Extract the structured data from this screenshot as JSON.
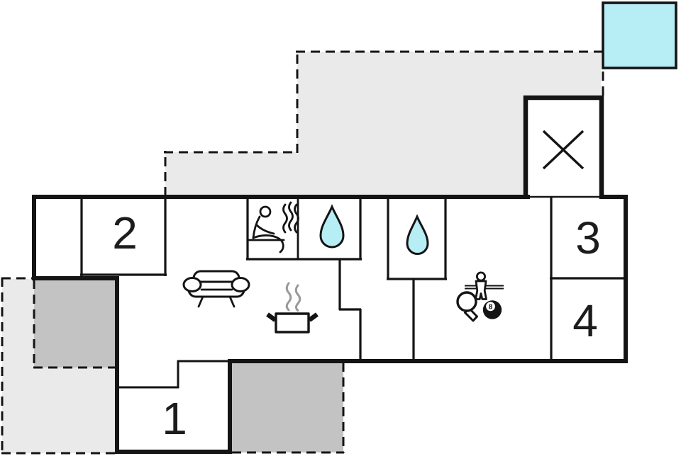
{
  "floorplan": {
    "type": "vacation-home-floor-plan",
    "labels": {
      "room1": "1",
      "room2": "2",
      "room3": "3",
      "room4": "4",
      "eight_ball": "8"
    },
    "rooms": [
      {
        "label": "1",
        "kind": "bedroom"
      },
      {
        "label": "2",
        "kind": "bedroom"
      },
      {
        "label": "3",
        "kind": "bedroom"
      },
      {
        "label": "4",
        "kind": "bedroom"
      }
    ],
    "icons": [
      "sauna-icon",
      "shower-icon",
      "shower-icon",
      "sofa-icon",
      "cooking-icon",
      "table-tennis-icon",
      "foosball-icon",
      "billiards-icon",
      "stairs-icon",
      "pool-icon"
    ],
    "colors": {
      "wall": "#141414",
      "terrace_light": "#eaeaea",
      "terrace_dark": "#c3c3c3",
      "water": "#b7eef5",
      "background": "#ffffff"
    }
  }
}
